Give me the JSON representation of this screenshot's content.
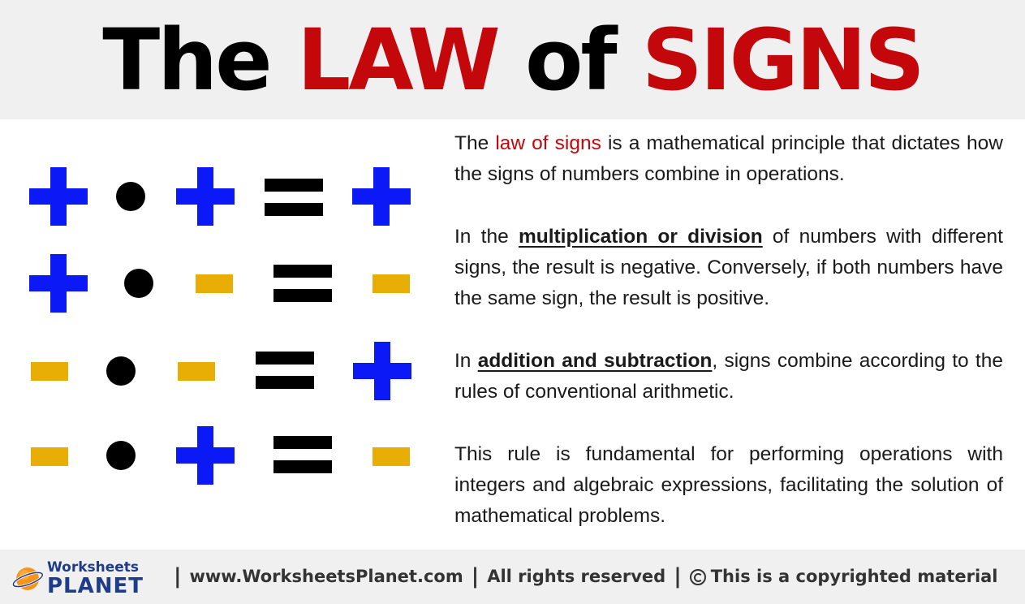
{
  "header": {
    "title_word1": "The",
    "title_word2": "LAW",
    "title_word3": "of",
    "title_word4": "SIGNS"
  },
  "colors": {
    "plus": "#0a19f5",
    "minus": "#e8ae06",
    "accent_red": "#c4070a",
    "black": "#000000"
  },
  "rules": [
    {
      "operand1": "plus",
      "operator": "dot",
      "operand2": "plus",
      "equals": "equals",
      "result": "plus"
    },
    {
      "operand1": "plus",
      "operator": "dot",
      "operand2": "minus",
      "equals": "equals",
      "result": "minus"
    },
    {
      "operand1": "minus",
      "operator": "dot",
      "operand2": "minus",
      "equals": "equals",
      "result": "plus"
    },
    {
      "operand1": "minus",
      "operator": "dot",
      "operand2": "plus",
      "equals": "equals",
      "result": "minus"
    }
  ],
  "content": {
    "p1_a": "The ",
    "p1_hl": "law of signs",
    "p1_b": " is a mathematical principle that dictates how the signs of numbers combine in operations.",
    "p2_a": "In the ",
    "p2_hl": "multiplication or division",
    "p2_b": " of numbers with different signs, the result is negative. Conversely, if both numbers have the same sign, the result is positive.",
    "p3_a": "In ",
    "p3_hl": "addition and subtraction",
    "p3_b": ", signs combine according to the rules of conventional arithmetic.",
    "p4": "This rule is fundamental for performing operations with integers and algebraic expressions, facilitating the solution of mathematical problems."
  },
  "footer": {
    "logo_top": "Worksheets",
    "logo_bottom": "PLANET",
    "separator": "|",
    "website": "www.WorksheetsPlanet.com",
    "rights": "All rights reserved",
    "copyright": "This is a copyrighted material"
  }
}
